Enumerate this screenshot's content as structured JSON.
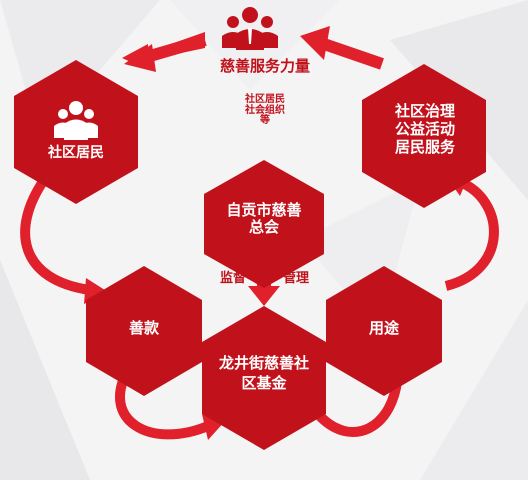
{
  "colors": {
    "primary": "#c1121c",
    "arrow": "#e0202a",
    "background": "#f4f4f5"
  },
  "top": {
    "title": "慈善服务力量",
    "subtitle": "社区居民\n社会组织\n等",
    "icon": "people-group-icon"
  },
  "nodes": {
    "residents": {
      "label": "社区居民",
      "icon": "people-group-icon"
    },
    "activities": {
      "label": "社区治理\n公益活动\n居民服务"
    },
    "charity_org": {
      "label": "自贡市慈善\n总会"
    },
    "donations": {
      "label": "善款"
    },
    "uses": {
      "label": "用途"
    },
    "fund": {
      "label": "龙井街慈善社\n区基金"
    }
  },
  "relation": {
    "left": "监督",
    "right": "管理"
  }
}
